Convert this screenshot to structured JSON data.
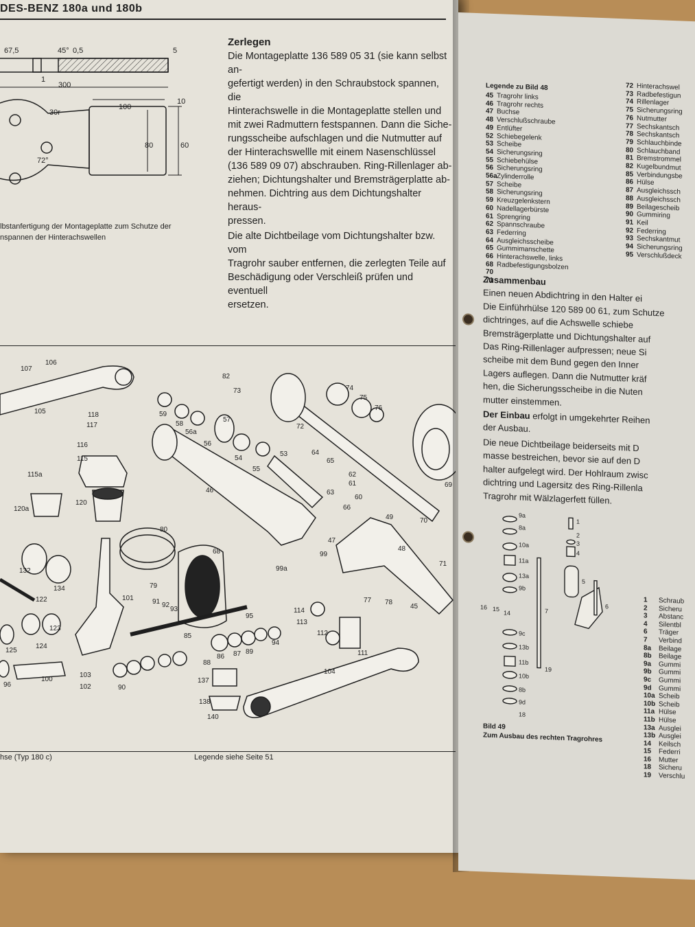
{
  "left_page": {
    "header": "DES-BENZ 180a und 180b",
    "top_drawing_labels": [
      "67,5",
      "45°",
      "0,5",
      "1",
      "300",
      "5",
      "100",
      "10",
      "30r",
      "80",
      "60",
      "72°"
    ],
    "figure_caption": "lbstanfertigung der Montageplatte zum Schutze der\nnspannen der Hinterachswellen",
    "disassembly_heading": "Zerlegen",
    "disassembly_p1": "Die Montageplatte 136 589 05 31 (sie kann selbst an-\ngefertigt werden) in den Schraubstock spannen, die\nHinterachswelle in die Montageplatte stellen und\nmit zwei Radmuttern festspannen. Dann die Siche-\nrungsscheibe aufschlagen und die Nutmutter auf\nder Hinterachswellle mit einem Nasenschlüssel\n(136 589 09 07) abschrauben. Ring-Rillenlager ab-\nziehen; Dichtungshalter und Bremsträgerplatte ab-\nnehmen. Dichtring aus dem Dichtungshalter heraus-\npressen.",
    "disassembly_p2": "Die alte Dichtbeilage vom Dichtungshalter bzw. vom\nTragrohr sauber entfernen, die zerlegten Teile auf\nBeschädigung oder Verschleiß prüfen und eventuell\nersetzen.",
    "exploded_labels": [
      "107",
      "106",
      "105",
      "118",
      "117",
      "116",
      "115",
      "115a",
      "120a",
      "120",
      "80",
      "132",
      "134",
      "122",
      "123",
      "125",
      "124",
      "96",
      "100",
      "103",
      "102",
      "101",
      "79",
      "91",
      "92",
      "93",
      "85",
      "88",
      "86",
      "87",
      "89",
      "90",
      "94",
      "95",
      "137",
      "138",
      "140",
      "59",
      "58",
      "56a",
      "57",
      "56",
      "55",
      "54",
      "46",
      "82",
      "73",
      "72",
      "74",
      "75",
      "76",
      "53",
      "64",
      "65",
      "62",
      "61",
      "63",
      "60",
      "66",
      "47",
      "49",
      "99",
      "99a",
      "68",
      "48",
      "77",
      "78",
      "45",
      "114",
      "113",
      "112",
      "111",
      "104",
      "71",
      "70",
      "69"
    ],
    "bottom_left_caption": "hse (Typ 180 c)",
    "bottom_center_caption": "Legende siehe Seite 51"
  },
  "right_page": {
    "legend48_title": "Legende zu Bild 48",
    "legend48_col1": [
      {
        "n": "45",
        "t": "Tragrohr links"
      },
      {
        "n": "46",
        "t": "Tragrohr rechts"
      },
      {
        "n": "47",
        "t": "Buchse"
      },
      {
        "n": "48",
        "t": "Verschlußschraube"
      },
      {
        "n": "49",
        "t": "Entlüfter"
      },
      {
        "n": "52",
        "t": "Schiebegelenk"
      },
      {
        "n": "53",
        "t": "Scheibe"
      },
      {
        "n": "54",
        "t": "Sicherungsring"
      },
      {
        "n": "55",
        "t": "Schiebehülse"
      },
      {
        "n": "56",
        "t": "Sicherungsring"
      },
      {
        "n": "56a",
        "t": "Zylinderrolle"
      },
      {
        "n": "57",
        "t": "Scheibe"
      },
      {
        "n": "58",
        "t": "Sicherungsring"
      },
      {
        "n": "59",
        "t": "Kreuzgelenkstern"
      },
      {
        "n": "60",
        "t": "Nadellagerbürste"
      },
      {
        "n": "61",
        "t": "Sprengring"
      },
      {
        "n": "62",
        "t": "Spannschraube"
      },
      {
        "n": "63",
        "t": "Federring"
      },
      {
        "n": "64",
        "t": "Ausgleichsscheibe"
      },
      {
        "n": "65",
        "t": "Gummimanschette"
      },
      {
        "n": "66",
        "t": "Hinterachswelle, links"
      },
      {
        "n": "68",
        "t": "Radbefestigungsbolzen"
      },
      {
        "n": "70",
        "t": ""
      },
      {
        "n": "71",
        "t": ""
      }
    ],
    "legend48_col2": [
      {
        "n": "72",
        "t": "Hinterachswel"
      },
      {
        "n": "73",
        "t": "Radbefestigun"
      },
      {
        "n": "74",
        "t": "Rillenlager"
      },
      {
        "n": "75",
        "t": "Sicherungsring"
      },
      {
        "n": "76",
        "t": "Nutmutter"
      },
      {
        "n": "77",
        "t": "Sechskantsch"
      },
      {
        "n": "78",
        "t": "Sechskantsch"
      },
      {
        "n": "79",
        "t": "Schlauchbinde"
      },
      {
        "n": "80",
        "t": "Schlauchband"
      },
      {
        "n": "81",
        "t": "Bremstrommel"
      },
      {
        "n": "82",
        "t": "Kugelbundmut"
      },
      {
        "n": "85",
        "t": "Verbindungsbe"
      },
      {
        "n": "86",
        "t": "Hülse"
      },
      {
        "n": "87",
        "t": "Ausgleichssch"
      },
      {
        "n": "88",
        "t": "Ausgleichssch"
      },
      {
        "n": "89",
        "t": "Beilagescheib"
      },
      {
        "n": "90",
        "t": "Gummiring"
      },
      {
        "n": "91",
        "t": "Keil"
      },
      {
        "n": "92",
        "t": "Federring"
      },
      {
        "n": "93",
        "t": "Sechskantmut"
      },
      {
        "n": "94",
        "t": "Sicherungsring"
      },
      {
        "n": "95",
        "t": "Verschlußdeck"
      }
    ],
    "assembly_heading": "Zusammenbau",
    "assembly_p1": "Einen neuen Abdichtring in den Halter ei\nDie Einführhülse 120 589 00 61, zum Schutze\ndichtringes, auf die Achswelle schiebe\nBremsträgerplatte und Dichtungshalter auf\nDas Ring-Rillenlager aufpressen; neue Si\nscheibe mit dem Bund gegen den Inner\nLagers auflegen. Dann die Nutmutter kräf\nhen, die Sicherungsscheibe in die Nuten\nmutter einstemmen.",
    "install_bold": "Der Einbau",
    "install_rest": " erfolgt in umgekehrter Reihen\nder Ausbau.",
    "assembly_p3": "Die neue Dichtbeilage beiderseits mit D\nmasse bestreichen, bevor sie auf den D\nhalter aufgelegt wird. Der Hohlraum zwisc\ndichtring und Lagersitz des Ring-Rillenla\nTragrohr mit Wälzlagerfett füllen.",
    "fig49_labels": [
      "9a",
      "8a",
      "10a",
      "11a",
      "13a",
      "9b",
      "16",
      "15",
      "14",
      "9c",
      "13b",
      "11b",
      "10b",
      "8b",
      "9d",
      "18",
      "7",
      "19",
      "1",
      "2",
      "3",
      "4",
      "5",
      "6"
    ],
    "fig49_caption_1": "Bild 49",
    "fig49_caption_2": "Zum Ausbau des rechten Tragrohres",
    "legend49": [
      {
        "n": "1",
        "t": "Schraub"
      },
      {
        "n": "2",
        "t": "Sicheru"
      },
      {
        "n": "3",
        "t": "Abstanc"
      },
      {
        "n": "4",
        "t": "Silentbl"
      },
      {
        "n": "6",
        "t": "Träger"
      },
      {
        "n": "7",
        "t": "Verbind"
      },
      {
        "n": "8a",
        "t": "Beilage"
      },
      {
        "n": "8b",
        "t": "Beilage"
      },
      {
        "n": "9a",
        "t": "Gummi"
      },
      {
        "n": "9b",
        "t": "Gummi"
      },
      {
        "n": "9c",
        "t": "Gummi"
      },
      {
        "n": "9d",
        "t": "Gummi"
      },
      {
        "n": "10a",
        "t": "Scheib"
      },
      {
        "n": "10b",
        "t": "Scheib"
      },
      {
        "n": "11a",
        "t": "Hülse"
      },
      {
        "n": "11b",
        "t": "Hülse"
      },
      {
        "n": "13a",
        "t": "Ausglei"
      },
      {
        "n": "13b",
        "t": "Ausglei"
      },
      {
        "n": "14",
        "t": "Keilsch"
      },
      {
        "n": "15",
        "t": "Federri"
      },
      {
        "n": "16",
        "t": "Mutter"
      },
      {
        "n": "18",
        "t": "Sicheru"
      },
      {
        "n": "19",
        "t": "Verschlu"
      }
    ]
  }
}
